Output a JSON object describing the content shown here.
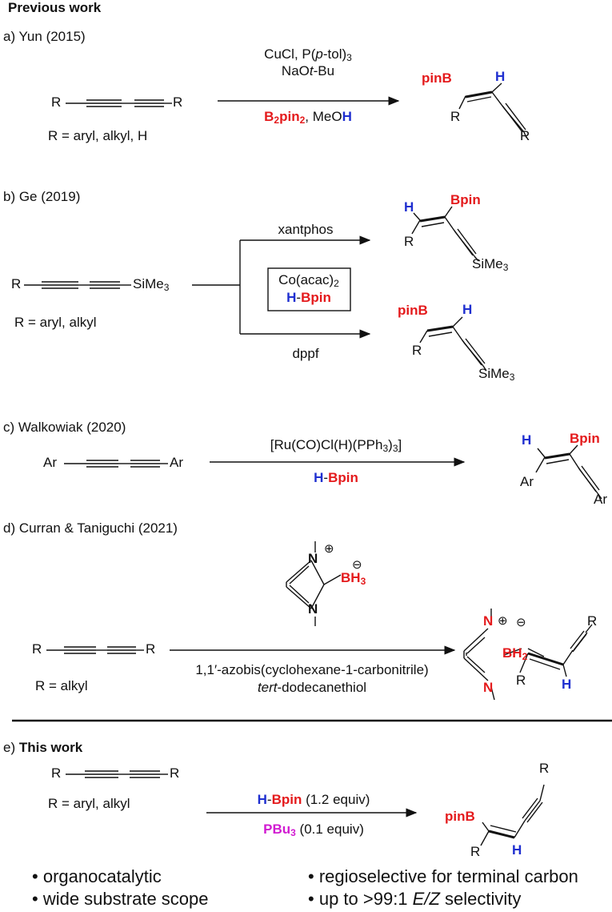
{
  "header": "Previous work",
  "sections": {
    "a": {
      "label": "a) Yun (2015)",
      "substrate_r1": "R",
      "substrate_r2": "R",
      "r_def": "R = aryl, alkyl, H",
      "cond1_a": "CuCl, P(",
      "cond1_b": "p",
      "cond1_c": "-tol)",
      "cond1_sub": "3",
      "cond2_a": "NaO",
      "cond2_b": "t",
      "cond2_c": "-Bu",
      "cond3_b2": "B",
      "cond3_sub2": "2",
      "cond3_pin": "pin",
      "cond3_sub2b": "2",
      "cond3_meo": ", MeO",
      "cond3_h": "H",
      "prod_pinb": "pinB",
      "prod_h": "H",
      "prod_r1": "R",
      "prod_r2": "R"
    },
    "b": {
      "label": "b) Ge (2019)",
      "substrate_r": "R",
      "substrate_si": "SiMe",
      "substrate_si_sub": "3",
      "r_def": "R = aryl, alkyl",
      "upper_ligand": "xantphos",
      "lower_ligand": "dppf",
      "box_line1": "Co(acac)",
      "box_line1_sub": "2",
      "box_h": "H",
      "box_dash": "-",
      "box_bpin": "Bpin",
      "top_h": "H",
      "top_bpin": "Bpin",
      "top_r": "R",
      "top_si": "SiMe",
      "top_si_sub": "3",
      "bot_pinb": "pinB",
      "bot_h": "H",
      "bot_r": "R",
      "bot_si": "SiMe",
      "bot_si_sub": "3"
    },
    "c": {
      "label": "c) Walkowiak (2020)",
      "substrate_ar1": "Ar",
      "substrate_ar2": "Ar",
      "cat_a": "[Ru(CO)Cl(H)(PPh",
      "cat_sub": "3",
      "cat_b": ")",
      "cat_sub2": "3",
      "cat_c": "]",
      "reag_h": "H",
      "reag_dash": "-",
      "reag_bpin": "Bpin",
      "prod_h": "H",
      "prod_bpin": "Bpin",
      "prod_ar1": "Ar",
      "prod_ar2": "Ar"
    },
    "d": {
      "label": "d) Curran & Taniguchi (2021)",
      "substrate_r1": "R",
      "substrate_r2": "R",
      "r_def": "R = alkyl",
      "nhc_n1": "N",
      "nhc_n2": "N",
      "nhc_plus": "⊕",
      "nhc_minus": "⊖",
      "nhc_bh": "BH",
      "nhc_bh_sub": "3",
      "cond1": "1,1′-azobis(cyclohexane-1-carbonitrile)",
      "cond2_italic": "tert",
      "cond2_rest": "-dodecanethiol",
      "prod_n1": "N",
      "prod_n2": "N",
      "prod_plus": "⊕",
      "prod_minus": "⊖",
      "prod_bh": "BH",
      "prod_bh_sub": "2",
      "prod_r_top": "R",
      "prod_r_left": "R",
      "prod_h": "H"
    },
    "e": {
      "label_prefix": "e) ",
      "label_bold": "This work",
      "substrate_r1": "R",
      "substrate_r2": "R",
      "r_def": "R = aryl, alkyl",
      "reag_h": "H",
      "reag_dash": "-",
      "reag_bpin": "Bpin",
      "reag_equiv": " (1.2 equiv)",
      "cat_pbu": "PBu",
      "cat_sub": "3",
      "cat_equiv": " (0.1 equiv)",
      "prod_r_top": "R",
      "prod_pinb": "pinB",
      "prod_r_left": "R",
      "prod_h": "H"
    }
  },
  "bullets": {
    "left": [
      "organocatalytic",
      "wide substrate scope"
    ],
    "right1": "regioselective for terminal carbon",
    "right2_a": "up to >99:1 ",
    "right2_ez": "E/Z",
    "right2_b": " selectivity"
  },
  "colors": {
    "boron": "#e41a1c",
    "hydrogen": "#1f2fd0",
    "phosphine": "#d11bd1",
    "ink": "#111111"
  }
}
